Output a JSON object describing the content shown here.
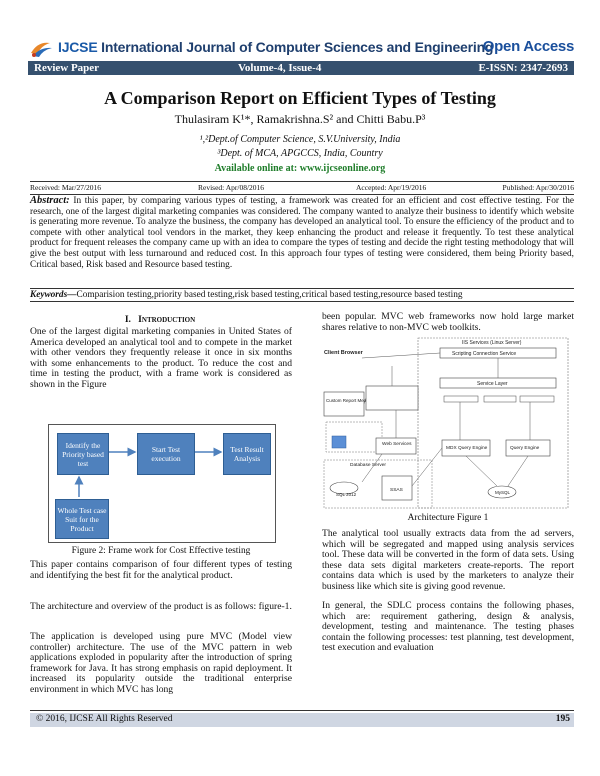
{
  "header": {
    "brand": "IJCSE",
    "journal_rest": " International Journal of Computer Sciences and Engineering",
    "open_access": "Open Access"
  },
  "band": {
    "left": "Review Paper",
    "center": "Volume-4, Issue-4",
    "right": "E-ISSN: 2347-2693"
  },
  "paper": {
    "title": "A Comparison Report on Efficient Types of Testing",
    "authors": "Thulasiram K¹*, Ramakrishna.S² and Chitti Babu.P³",
    "aff1": "¹,²Dept.of Computer Science, S.V.University, India",
    "aff2": "³Dept. of MCA, APGCCS, India, Country",
    "available": "Available online at: www.ijcseonline.org"
  },
  "dates": {
    "received": "Received: Mar/27/2016",
    "revised": "Revised: Apr/08/2016",
    "accepted": "Accepted: Apr/19/2016",
    "published": "Published: Apr/30/2016"
  },
  "abstract": {
    "lead": "Abstract:",
    "text": " In this paper, by comparing various types of testing, a framework was created for an efficient and cost effective testing. For the research, one of the largest digital marketing companies was considered. The company wanted to analyze their business to identify which website is generating more revenue. To analyze the business, the company has developed an analytical tool. To ensure the efficiency of the product and to compete with other analytical tool vendors in the market, they keep enhancing the product and release it frequently. To test these analytical product for frequent releases the company came up with an idea to compare the types of testing and decide the right testing methodology that will give the best output with less turnaround and reduced cost. In this approach four types of testing were considered, them being Priority based, Critical based, Risk based and Resource based testing."
  },
  "keywords": {
    "lead": "Keywords—",
    "text": "Comparision testing,priority based testing,risk based testing,critical based testing,resource based testing"
  },
  "section1": {
    "number": "I.",
    "title": "Introduction"
  },
  "left_col": {
    "p1": "One of the largest digital marketing companies in United States of America developed an analytical tool and to compete in the market with other vendors they frequently release it once in six months with some enhancements to the product. To reduce the cost and time in testing the product, with a frame work is considered as shown in the Figure",
    "p2": "This paper contains comparison of four different types of testing and identifying the best fit for the analytical product.",
    "p3": "The architecture and overview of the product is as follows: figure-1.",
    "p4": "The application is developed using pure MVC (Model view controller) architecture. The use of the MVC pattern in web applications exploded in popularity after the introduction of spring framework for Java. It has strong emphasis on rapid deployment. It increased its popularity outside the traditional enterprise environment in which MVC has long"
  },
  "fig2": {
    "box1": "Identify the Priority based test",
    "box2": "Start Test execution",
    "box3": "Test Result Analysis",
    "box4": "Whole Test case Suit for the Product",
    "caption": "Figure 2: Frame work for Cost Effective testing"
  },
  "right_col": {
    "p5": "been popular. MVC web frameworks now hold large market shares relative to non-MVC web toolkits.",
    "p6": "The analytical tool usually extracts data from the ad servers, which will be segregated and mapped using analysis services tool. These data will be converted in the form of data sets. Using these data sets digital marketers create-reports. The report contains data which is used by the marketers to analyze their business like which site is giving good revenue.",
    "p7": "In general, the SDLC process contains the following phases, which are: requirement gathering, design & analysis, development, testing and maintenance. The testing phases contain the following processes: test planning, test development, test execution and evaluation"
  },
  "fig1": {
    "client_browser": "Client Browser",
    "iis_services": "IIS Services (Linux Server)",
    "scripting": "Scripting Connection Service",
    "service_layer": "Service Layer",
    "custom_report": "Custom Report Mediator Page",
    "web_services": "Web Services",
    "database_server": "Database Server",
    "ssas": "SSAS",
    "sql_2012": "SQL 2012",
    "mdx_query": "MDX Query Engine",
    "query_engine": "Query Engine",
    "mysql": "MySQL",
    "caption": "Architecture Figure 1"
  },
  "footer": {
    "copyright": "© 2016, IJCSE All Rights Reserved",
    "page": "195"
  },
  "colors": {
    "band": "#35506e",
    "flow_box": "#4f81bd",
    "available_link": "#1f7d2a",
    "journal": "#1f3f6e"
  }
}
